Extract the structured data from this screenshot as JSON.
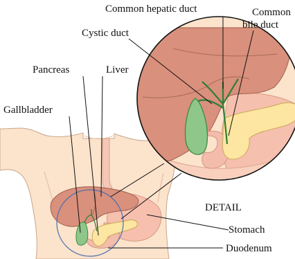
{
  "diagram": {
    "labels": {
      "common_hepatic_duct": "Common hepatic duct",
      "common_bile_duct_line1": "Common",
      "common_bile_duct_line2": "bile duct",
      "cystic_duct": "Cystic duct",
      "pancreas": "Pancreas",
      "liver": "Liver",
      "gallbladder": "Gallbladder",
      "detail": "DETAIL",
      "stomach": "Stomach",
      "duodenum": "Duodenum"
    }
  }
}
